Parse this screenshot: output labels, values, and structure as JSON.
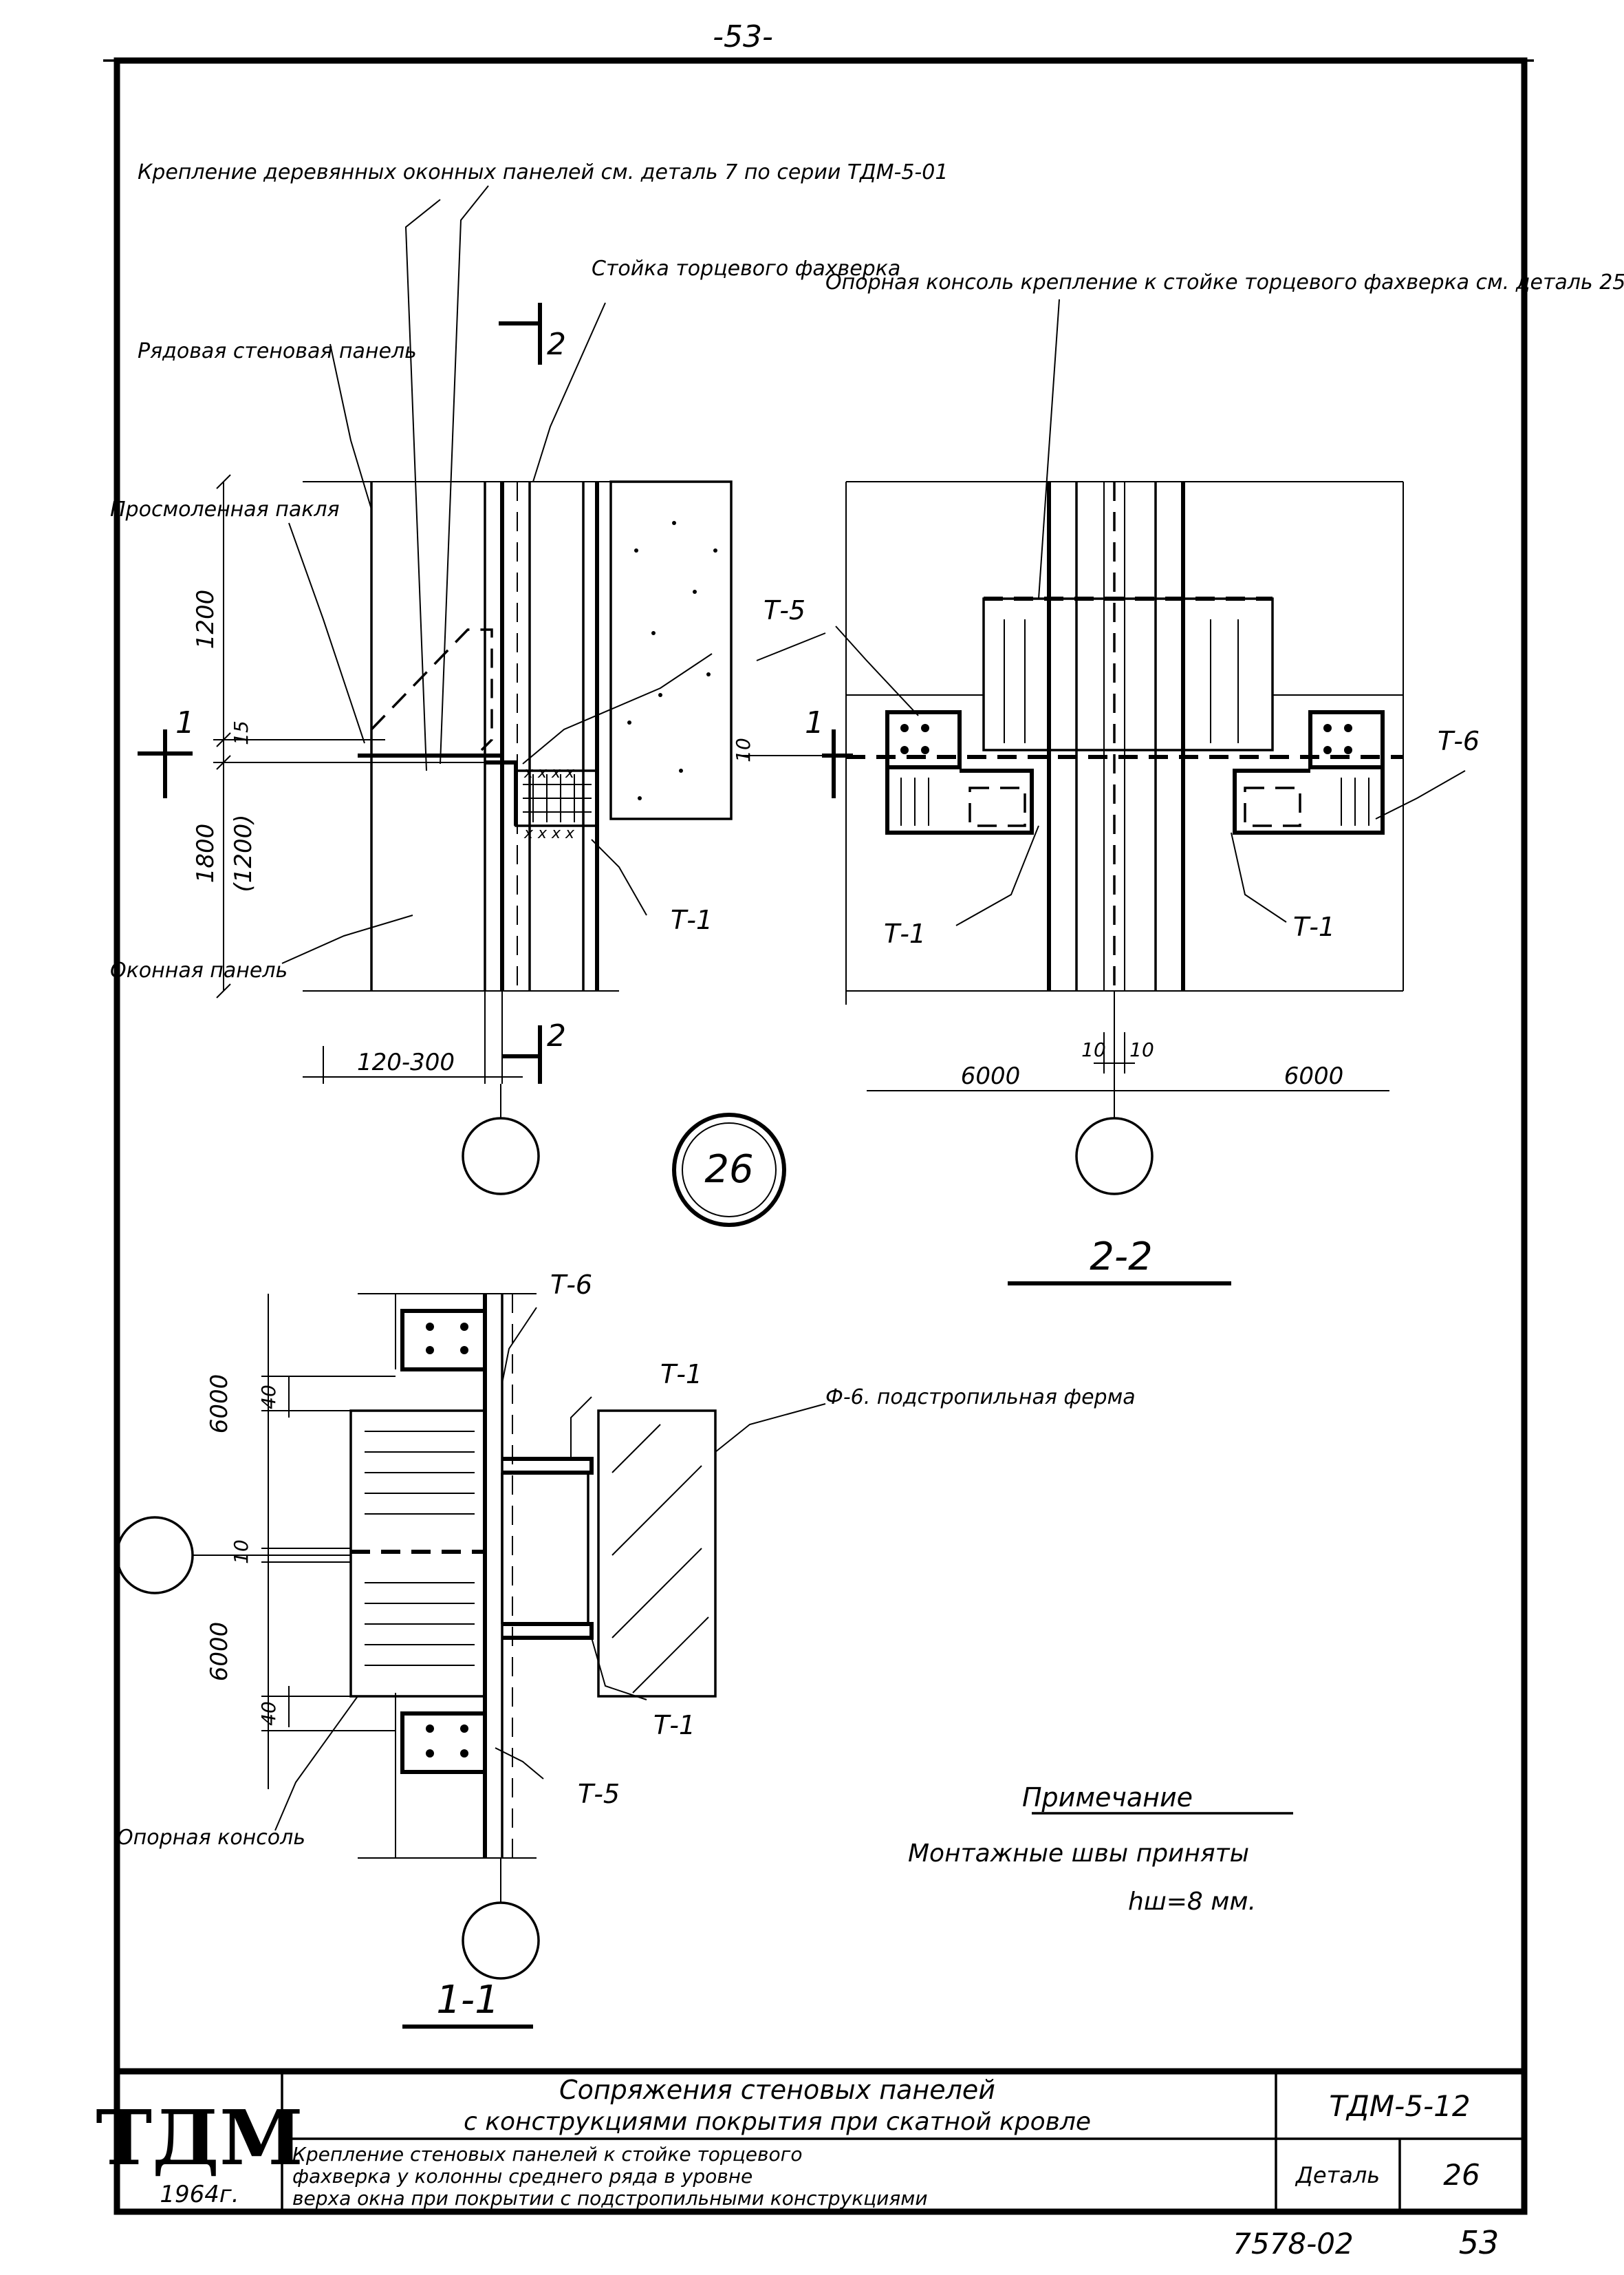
{
  "sheet": {
    "page_number_top": "-53-",
    "bottom_doc_number": "7578-02",
    "bottom_page_number": "53"
  },
  "callouts": {
    "wood_panel_fixing": "Крепление деревянных оконных панелей см. деталь 7 по серии ТДМ-5-01",
    "row_wall_panel": "Рядовая стеновая панель",
    "end_post": "Стойка торцевого фахверка",
    "tarred_tow": "Просмоленная пакля",
    "window_panel": "Оконная панель",
    "support_bracket_fixing": "Опорная консоль крепление к стойке торцевого фахверка см. деталь 25",
    "truss": "Ф-6. подстропильная ферма",
    "support_bracket": "Опорная консоль"
  },
  "dimensions": {
    "d1200": "1200",
    "d15": "15",
    "d1800": "1800",
    "d1200b": "(1200)",
    "d120_300": "120-300",
    "d10": "10",
    "d10a": "10",
    "d10b": "10",
    "d6000a": "6000",
    "d6000b": "6000",
    "d6000c": "6000",
    "d6000d": "6000",
    "d40a": "40",
    "d40b": "40",
    "d10c": "10"
  },
  "marks": {
    "t1": "Т-1",
    "t5": "Т-5",
    "t6": "Т-6",
    "cut1": "1",
    "cut2": "2",
    "section_1_1": "1-1",
    "section_2_2": "2-2",
    "detail_no": "26"
  },
  "note": {
    "heading": "Примечание",
    "line1": "Монтажные швы приняты",
    "line2": "hш=8 мм."
  },
  "title_block": {
    "logo": "ТДМ",
    "year": "1964г.",
    "title_line1": "Сопряжения стеновых панелей",
    "title_line2": "с конструкциями покрытия при скатной кровле",
    "desc_line1": "Крепление стеновых панелей к стойке торцевого",
    "desc_line2": "фахверка у колонны среднего ряда в уровне",
    "desc_line3": "верха окна при покрытии с подстропильными конструкциями",
    "series": "ТДМ-5-12",
    "detail_label": "Деталь",
    "detail_value": "26"
  }
}
